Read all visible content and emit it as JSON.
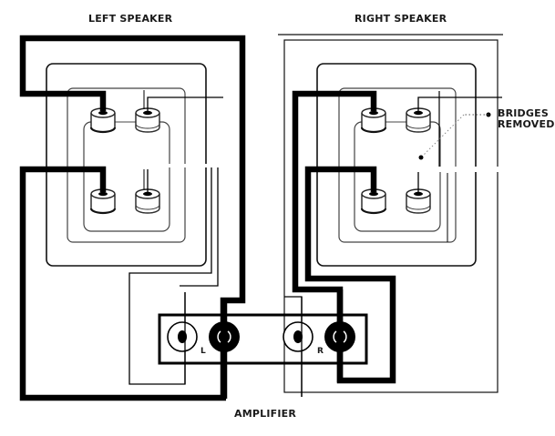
{
  "labels": {
    "left_speaker": "LEFT SPEAKER",
    "right_speaker": "RIGHT SPEAKER",
    "amplifier": "AMPLIFIER",
    "bridges_removed_line1": "BRIDGES",
    "bridges_removed_line2": "REMOVED",
    "amp_left_channel": "L",
    "amp_right_channel": "R"
  },
  "colors": {
    "wire_thick": "#000000",
    "wire_thin": "#000000",
    "outline": "#1a1a1a",
    "background": "#ffffff"
  },
  "diagram": {
    "type": "bi-wiring speaker connection",
    "speakers": [
      {
        "name": "left",
        "terminals": [
          "top-positive",
          "top-negative",
          "bottom-positive",
          "bottom-negative"
        ],
        "bridges": "present"
      },
      {
        "name": "right",
        "terminals": [
          "top-positive",
          "top-negative",
          "bottom-positive",
          "bottom-negative"
        ],
        "bridges": "removed"
      }
    ],
    "amplifier_outputs": [
      "L",
      "R"
    ]
  }
}
